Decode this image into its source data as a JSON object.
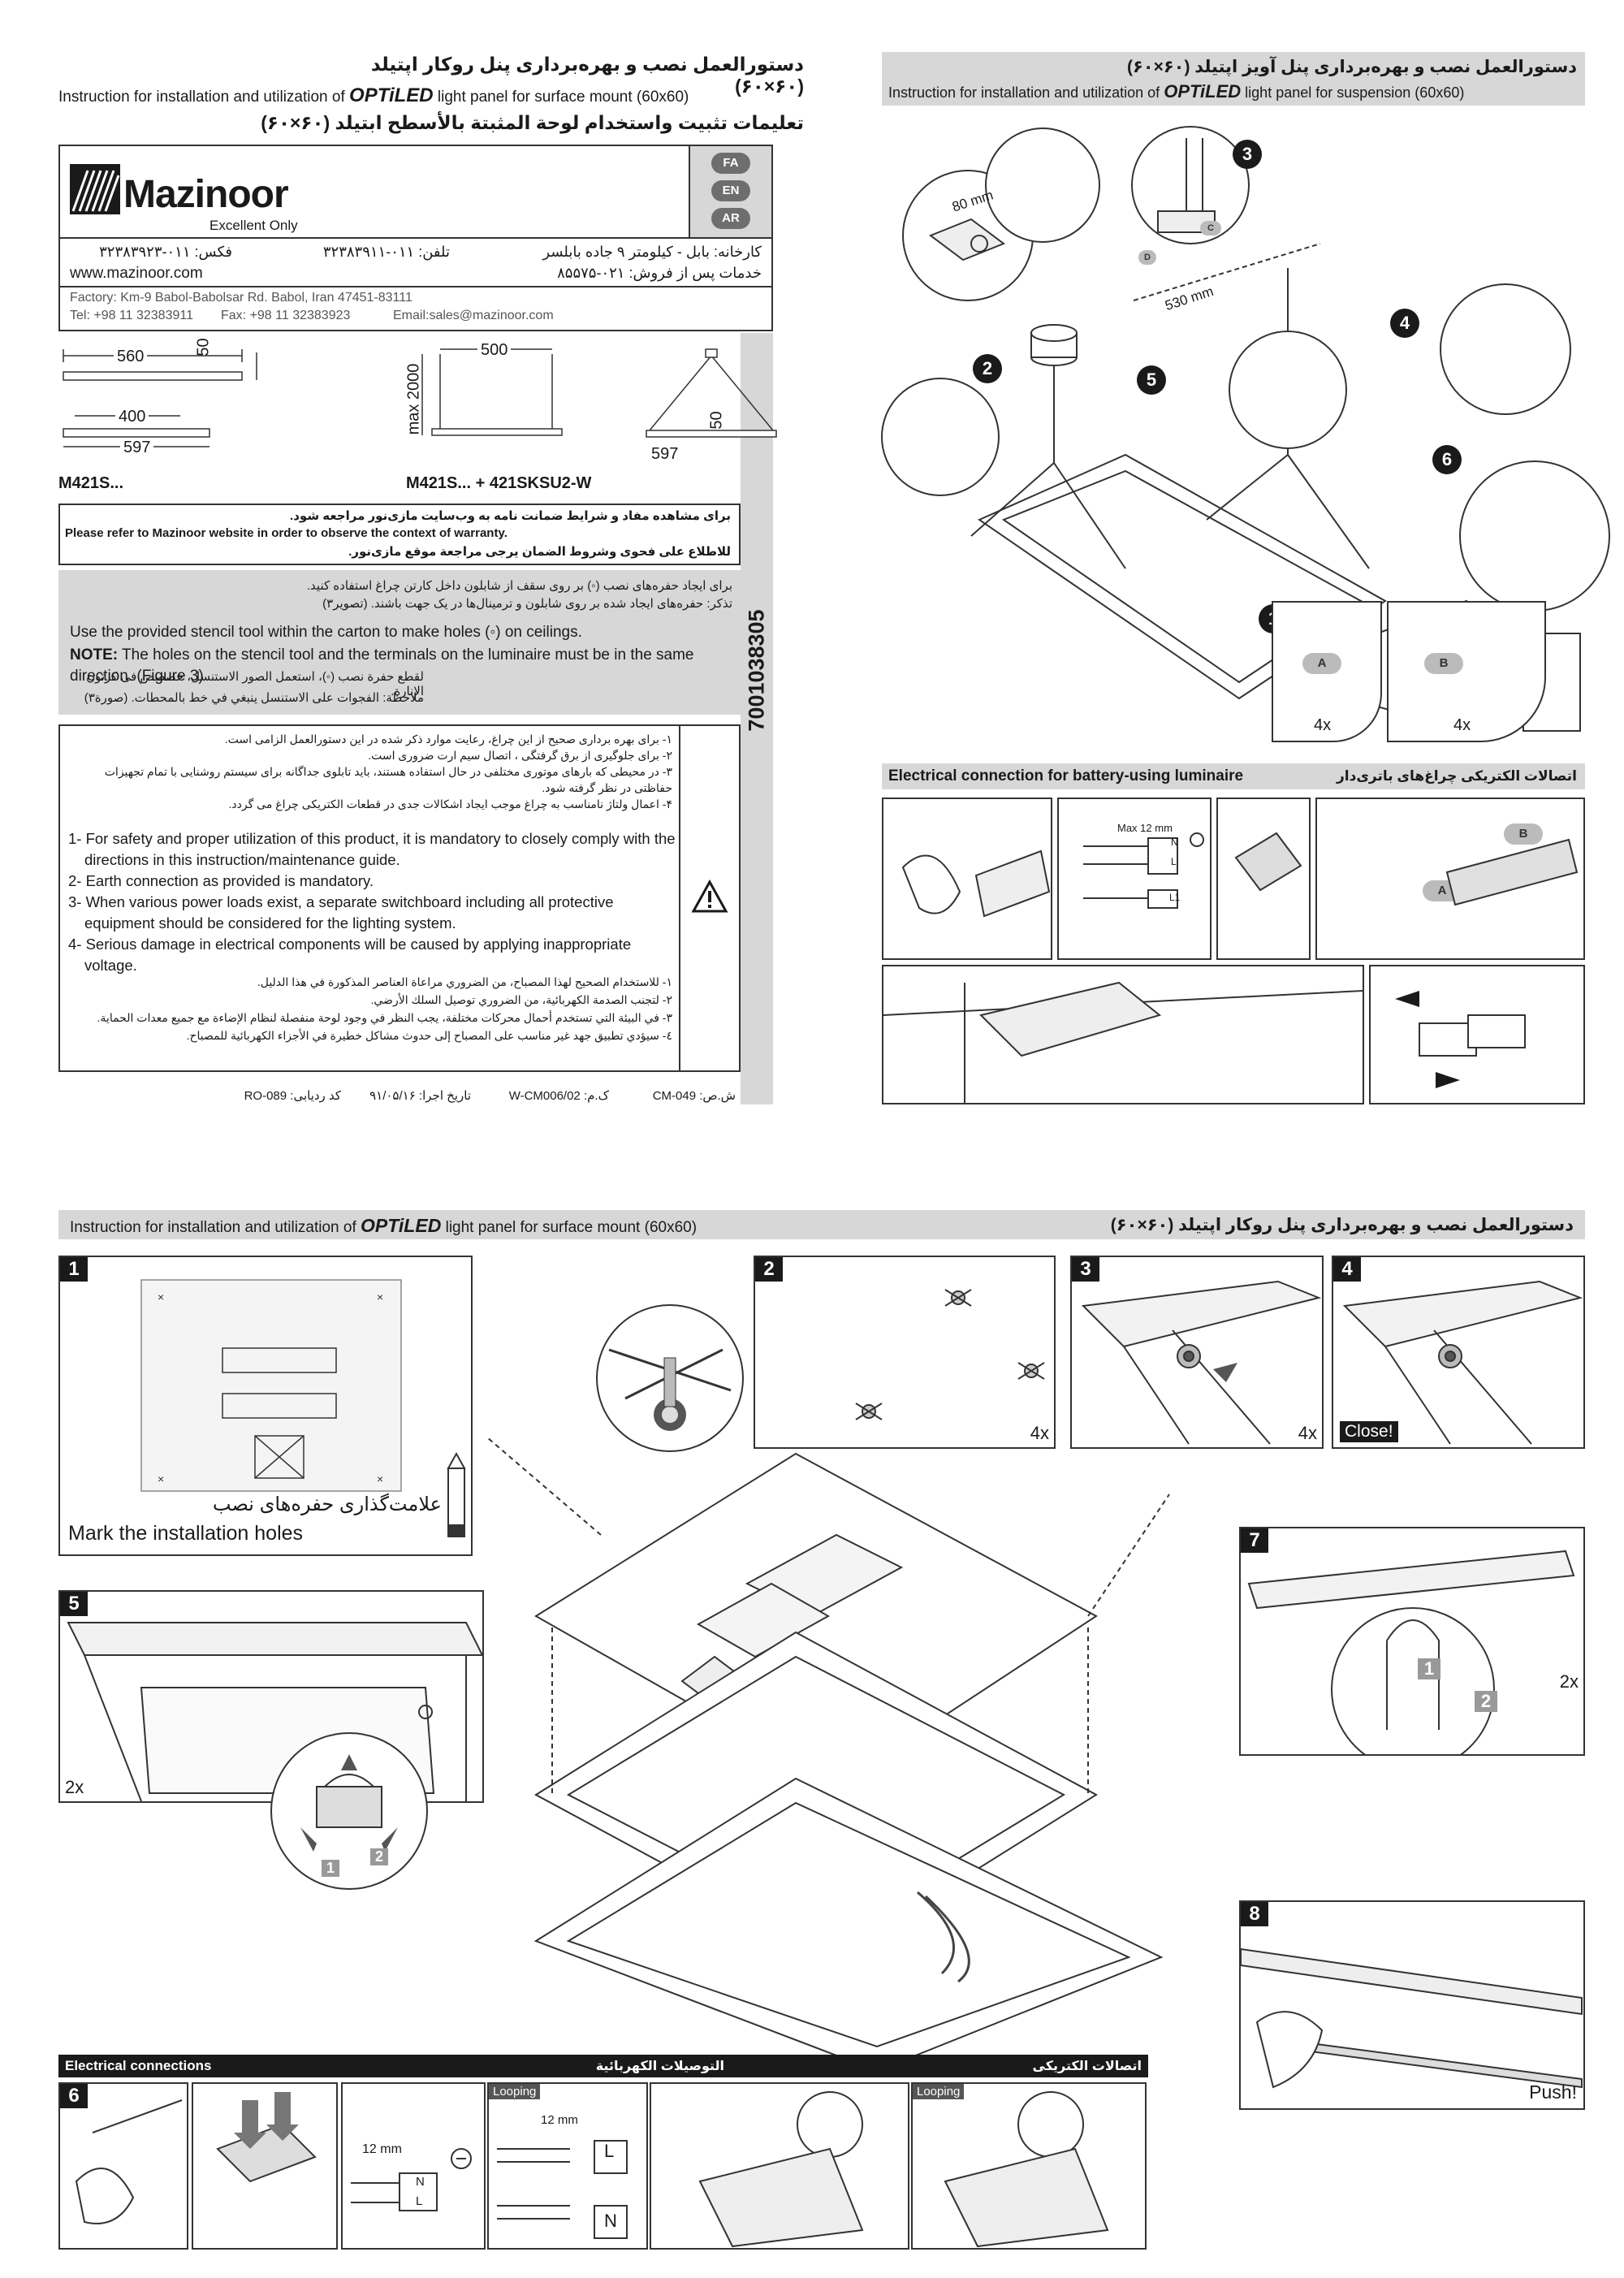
{
  "left": {
    "title_fa": "دستورالعمل نصب و بهره‌برداری پنل روکار اپتیلد (۶۰×۶۰)",
    "title_en_pre": "Instruction for installation and utilization of",
    "brand": "OPTiLED",
    "title_en_post": "light panel for surface mount (60x60)",
    "title_ar": "تعليمات تثبيت واستخدام لوحة المثبتة بالأسطح ابتيلد (۶۰×۶۰)",
    "logo_name": "Mazinoor",
    "logo_tagline": "Excellent Only",
    "lang_tabs": [
      "FA",
      "EN",
      "AR"
    ],
    "fax_fa": "فکس: ۰۱۱-۳۲۳۸۳۹۲۳",
    "tel_fa": "تلفن: ۰۱۱-۳۲۳۸۳۹۱۱",
    "factory_fa": "کارخانه: بابل - کیلومتر ۹ جاده بابلسر",
    "website": "www.mazinoor.com",
    "service_fa": "خدمات پس از فروش: ۰۲۱-۸۵۵۷۵",
    "factory_en": "Factory: Km-9 Babol-Babolsar Rd. Babol, Iran 47451-83111",
    "tel_en": "Tel:   +98 11 32383911",
    "fax_en": "Fax: +98 11 32383923",
    "email": "Email:sales@mazinoor.com",
    "dims": {
      "d560": "560",
      "d50a": "50",
      "d400": "400",
      "d597a": "597",
      "d500": "500",
      "dmax": "max 2000",
      "d50b": "50",
      "d597b": "597"
    },
    "model_a": "M421S...",
    "model_b": "M421S... + 421SKSU2-W",
    "warranty_fa": "برای مشاهده مفاد و شرایط ضمانت نامه به وب‌سایت مازی‌نور مراجعه شود.",
    "warranty_en": "Please refer to Mazinoor website in order to observe the context of warranty.",
    "warranty_ar": "للاطلاع على فحوى وشروط الضمان يرجى مراجعة موقع مازی‌نور.",
    "stencil_fa1": "برای ایجاد حفره‌های نصب (◦) بر روی سقف از شابلون داخل کارتن چراغ استفاده کنید.",
    "stencil_fa2": "تذکر: حفره‌های ایجاد شده بر روی شابلون و ترمینال‌ها در یک جهت باشند. (تصویر۳)",
    "stencil_en1": "Use the provided stencil tool within the carton to make holes (◦) on ceilings.",
    "stencil_note_label": "NOTE:",
    "stencil_en2": "The holes on the stencil tool and the terminals on the luminaire must be in the same direction. (Figure 3)",
    "stencil_ar1": "لقطع حفرة نصب (◦)، استعمل الصور الاستنسل، خصصص فی كرتون الإنارة.",
    "stencil_ar2": "ملاحظة: الفجوات على الاستنسل ينبغي في خط بالمحطات. (صورة٣)",
    "safety_fa": [
      "۱- برای بهره برداری صحیح از این چراغ، رعایت موارد ذکر شده در این دستورالعمل الزامی است.",
      "۲- برای جلوگیری از برق گرفتگی ، اتصال سیم ارت ضروری است.",
      "۳- در محیطی که بارهای موتوری مختلفی در حال استفاده هستند، باید تابلوی جداگانه برای سیستم روشنایی با تمام تجهیزات حفاظتی در نظر گرفته شود.",
      "۴- اعمال ولتاژ نامناسب به چراغ موجب ایجاد اشکالات جدی در قطعات الکتریکی چراغ می گردد."
    ],
    "safety_en": [
      "1- For safety and proper utilization of this product, it is mandatory to closely comply with the directions in this instruction/maintenance guide.",
      "2- Earth connection as provided is mandatory.",
      "3- When various power loads exist, a separate switchboard including all protective equipment should be considered for the lighting system.",
      "4- Serious damage in electrical components will be caused by applying inappropriate voltage."
    ],
    "safety_ar": [
      "١- للاستخدام الصحيح لهذا المصباح، من الضروري مراعاة العناصر المذكورة في هذا الدليل.",
      "٢- لتجنب الصدمة الكهربائية، من الضروري توصيل السلك الأرضي.",
      "٣- في البيئة التي تستخدم أحمال محركات مختلفة، يجب النظر في وجود لوحة منفصلة لنظام الإضاءة مع جميع معدات الحماية.",
      "٤- سيؤدي تطبيق جهد غير مناسب على المصباح إلى حدوث مشاكل خطيرة في الأجزاء الكهربائية للمصباح."
    ],
    "code_sheet": "ش.ص: CM-049",
    "code_km": "ک.م: W-CM006/02",
    "code_date": "تاریخ اجرا: ۹۱/۰۵/۱۶",
    "code_ro": "کد ردیابی: RO-089",
    "barcode_text": "7001038305"
  },
  "right": {
    "title_fa": "دستورالعمل نصب و بهره‌برداری پنل آویز اپتیلد (۶۰×۶۰)",
    "title_en_pre": "Instruction for installation and utilization of",
    "brand": "OPTiLED",
    "title_en_post": "light panel for suspension (60x60)",
    "d80": "80 mm",
    "d530": "530 mm",
    "steps": [
      "1",
      "2",
      "3",
      "4",
      "5",
      "6"
    ],
    "parts": [
      "A",
      "B",
      "C",
      "D"
    ],
    "count_4x": "4x",
    "battery_en": "Electrical connection for battery-using luminaire",
    "battery_fa": "اتصالات الکتریکی چراغ‌های باتری‌دار",
    "max12": "Max 12 mm",
    "term_n": "N",
    "term_l": "L",
    "term_l1": "L1"
  },
  "bottom": {
    "title_en_pre": "Instruction for installation and utilization of",
    "brand": "OPTiLED",
    "title_en_post": "light panel for surface mount (60x60)",
    "title_fa": "دستورالعمل نصب و بهره‌برداری پنل روکار اپتیلد (۶۰×۶۰)",
    "steps": [
      "1",
      "2",
      "3",
      "4",
      "5",
      "6",
      "7",
      "8"
    ],
    "mark_fa": "علامت‌گذاری حفره‌های نصب",
    "mark_en": "Mark the installation holes",
    "count_4x": "4x",
    "close": "Close!",
    "count_2x": "2x",
    "push": "Push!",
    "sub_1": "1",
    "sub_2": "2",
    "elec_en": "Electrical connections",
    "elec_ar": "التوصيلات الكهربائية",
    "elec_fa": "اتصالات الکتریکی",
    "looping": "Looping",
    "mm12": "12 mm",
    "term_n": "N",
    "term_l": "L"
  }
}
